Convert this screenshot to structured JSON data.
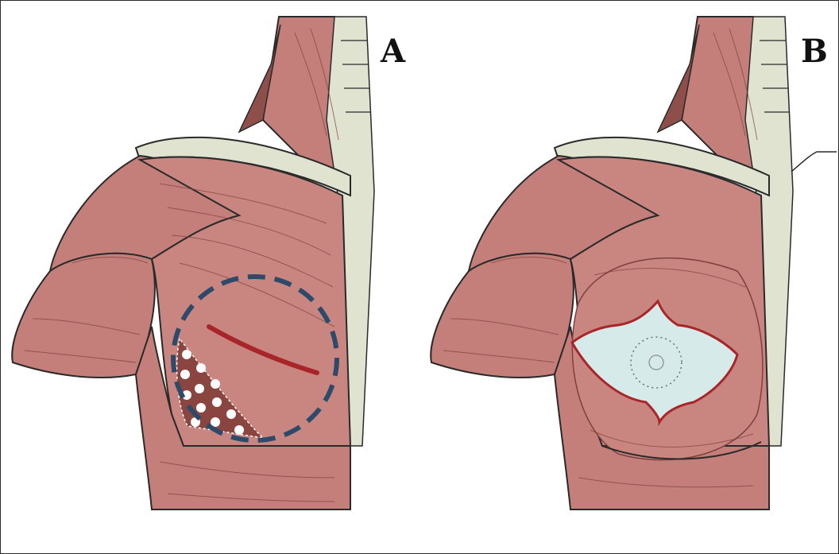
{
  "panels": [
    {
      "label": "A",
      "overlays": [
        "dashed-circle",
        "incision-line",
        "dotted-region"
      ]
    },
    {
      "label": "B",
      "overlays": [
        "implant-outline",
        "nipple-areola-marker"
      ]
    }
  ],
  "colors": {
    "muscle": "#c47f7a",
    "muscle_light": "#d9a39c",
    "muscle_dark": "#8e4f4b",
    "tendon": "#dfe3cf",
    "outline": "#2a2a2a",
    "dashed_circle": "#2e4a6b",
    "incision": "#a8262a",
    "dotted_fill": "#8a4541",
    "implant_fill": "#d6eaea",
    "implant_border": "#a8262a",
    "frame_border": "#2b2b2b"
  }
}
